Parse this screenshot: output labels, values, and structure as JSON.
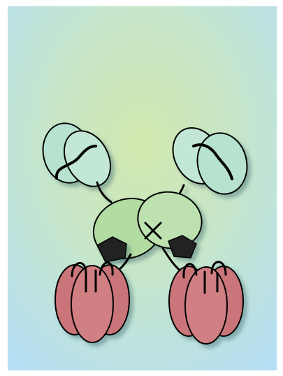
{
  "figure": {
    "kind": "protein-domain-schematic",
    "has_text": false,
    "colors": {
      "background_center": "#d2e7b2",
      "background_edge": "#b9e0f2",
      "top_domains": "#b6e2cf",
      "middle_domains": "#b2dca2",
      "bottom_domains": "#cc7a7e",
      "caps": "#242424",
      "outline": "#000000",
      "shadow": "#3f6a6e"
    },
    "icons": [
      "top-left-domain",
      "top-right-domain",
      "central-dimer",
      "cross-mark",
      "left-cap",
      "right-cap",
      "bottom-left-barrel",
      "bottom-right-barrel"
    ]
  }
}
